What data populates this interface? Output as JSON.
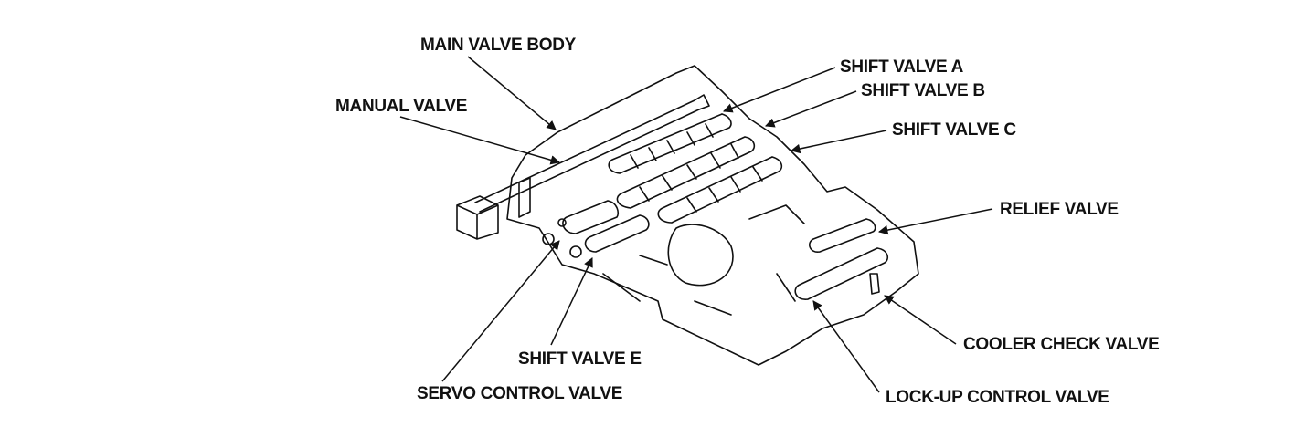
{
  "labels": {
    "main_valve_body": "MAIN VALVE BODY",
    "manual_valve": "MANUAL VALVE",
    "shift_valve_a": "SHIFT VALVE A",
    "shift_valve_b": "SHIFT VALVE B",
    "shift_valve_c": "SHIFT VALVE C",
    "relief_valve": "RELIEF VALVE",
    "cooler_check_valve": "COOLER CHECK VALVE",
    "lock_up_control_valve": "LOCK-UP CONTROL VALVE",
    "shift_valve_e": "SHIFT VALVE E",
    "servo_control_valve": "SERVO CONTROL VALVE"
  },
  "colors": {
    "line": "#111111",
    "background": "#ffffff"
  }
}
